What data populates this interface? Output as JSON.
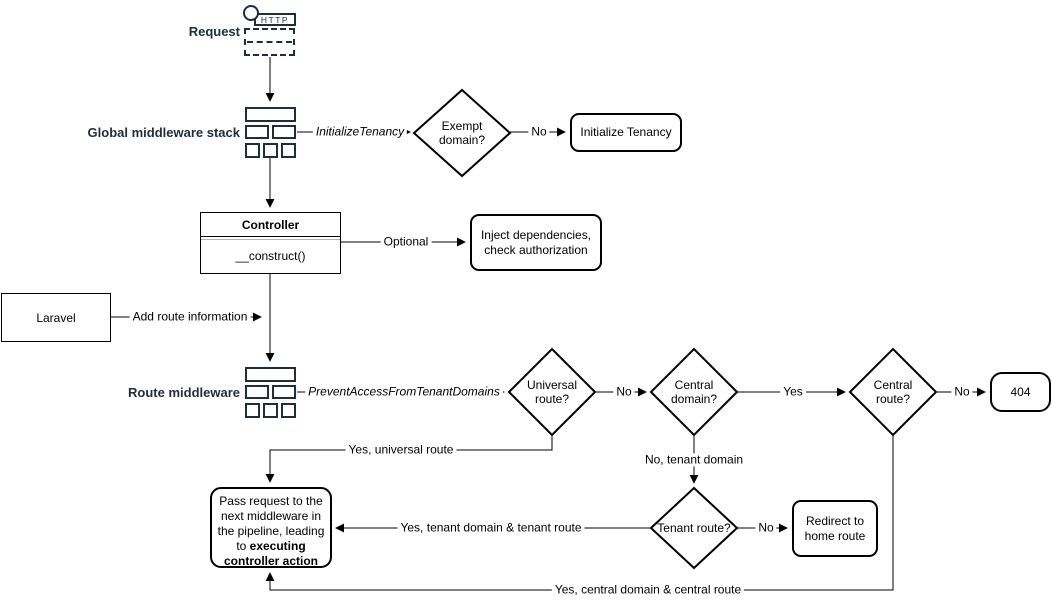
{
  "diagram": {
    "colors": {
      "accent": "#1f2d3d",
      "stroke": "#000000",
      "background": "#ffffff",
      "divider_gray": "#b3b3b3"
    },
    "nodes": {
      "request": {
        "label": "Request",
        "icon": "http-request-icon",
        "http_text": "HTTP"
      },
      "global_middleware_stack": {
        "label": "Global middleware stack",
        "icon": "middleware-stack-icon"
      },
      "exempt_domain": {
        "label": "Exempt domain?",
        "type": "decision"
      },
      "initialize_tenancy": {
        "label": "Initialize Tenancy"
      },
      "controller": {
        "title": "Controller",
        "member": "__construct()"
      },
      "inject_dependencies": {
        "label": "Inject dependencies, check authorization"
      },
      "laravel": {
        "label": "Laravel"
      },
      "route_middleware": {
        "label": "Route middleware",
        "icon": "middleware-stack-icon"
      },
      "universal_route": {
        "label": "Universal route?",
        "type": "decision"
      },
      "central_domain": {
        "label": "Central domain?",
        "type": "decision"
      },
      "central_route": {
        "label": "Central route?",
        "type": "decision"
      },
      "not_found": {
        "label": "404"
      },
      "tenant_route": {
        "label": "Tenant route?",
        "type": "decision"
      },
      "redirect_home": {
        "label": "Redirect to home route"
      },
      "pass_request": {
        "label_prefix": "Pass request to the next middleware in the pipeline, leading to ",
        "label_bold": "executing controller action"
      }
    },
    "edge_labels": {
      "initialize_tenancy_middleware": "InitializeTenancy",
      "exempt_no": "No",
      "controller_optional": "Optional",
      "add_route_information": "Add route information",
      "prevent_access_middleware": "PreventAccessFromTenantDomains",
      "universal_no": "No",
      "central_domain_yes": "Yes",
      "central_route_no": "No",
      "universal_yes": "Yes, universal route",
      "central_domain_no": "No, tenant domain",
      "tenant_no": "No",
      "tenant_yes": "Yes, tenant domain & tenant route",
      "central_route_yes": "Yes, central domain & central route"
    }
  }
}
